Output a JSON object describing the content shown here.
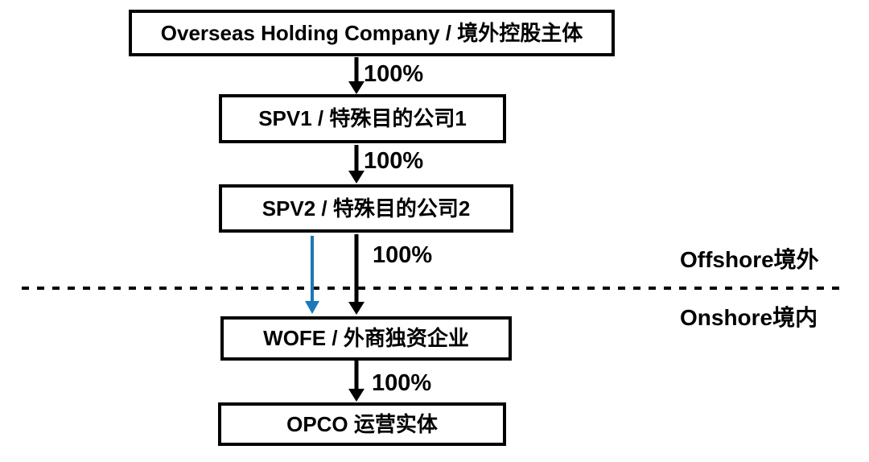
{
  "diagram": {
    "description": "Offshore holding structure flowchart",
    "nodes": {
      "holding": {
        "label": "Overseas Holding Company / 境外控股主体"
      },
      "spv1": {
        "label": "SPV1 / 特殊目的公司1"
      },
      "spv2": {
        "label": "SPV2 / 特殊目的公司2"
      },
      "wofe": {
        "label": "WOFE / 外商独资企业"
      },
      "opco": {
        "label": "OPCO 运营实体"
      }
    },
    "edges": {
      "holding_spv1": {
        "from": "holding",
        "to": "spv1",
        "label": "100%"
      },
      "spv1_spv2": {
        "from": "spv1",
        "to": "spv2",
        "label": "100%"
      },
      "spv2_wofe": {
        "from": "spv2",
        "to": "wofe",
        "label": "100%"
      },
      "spv2_wofe_blue": {
        "from": "spv2",
        "to": "wofe",
        "label": ""
      },
      "wofe_opco": {
        "from": "wofe",
        "to": "opco",
        "label": "100%"
      }
    },
    "zones": {
      "offshore": {
        "label": "Offshore境外"
      },
      "onshore": {
        "label": "Onshore境内"
      }
    },
    "colors": {
      "arrow_black": "#000000",
      "arrow_blue": "#1879C0",
      "box_border": "#000000",
      "background": "#FFFFFF",
      "text": "#000000"
    }
  }
}
